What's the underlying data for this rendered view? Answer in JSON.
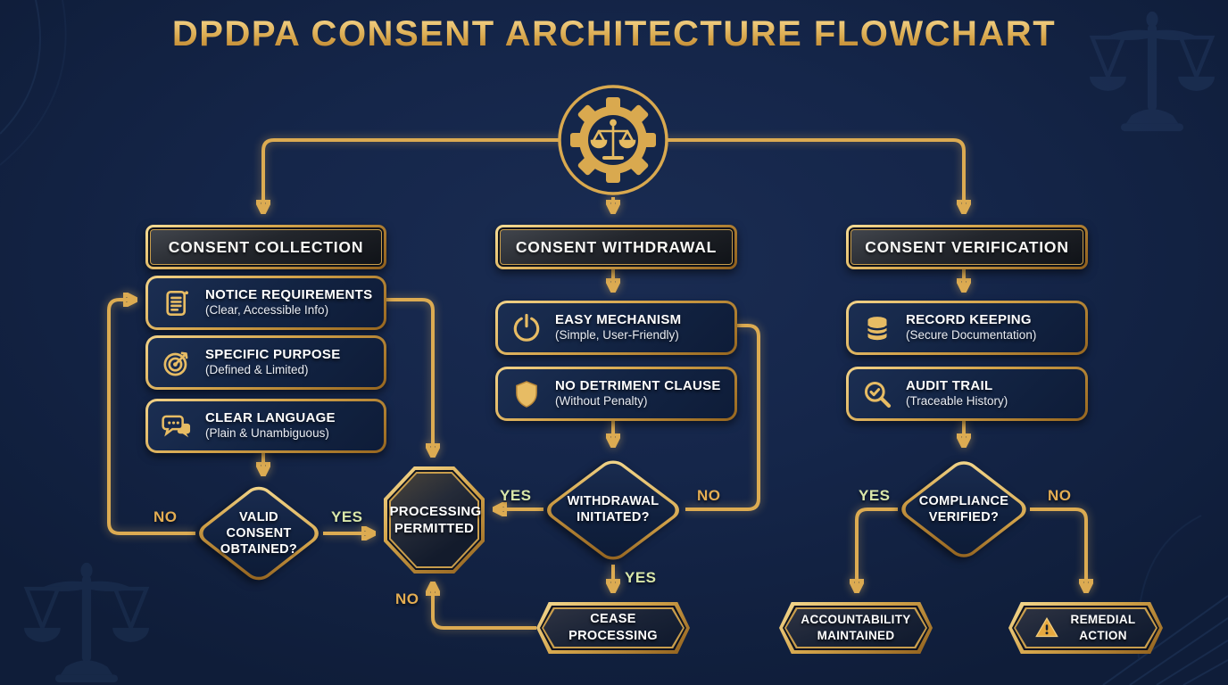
{
  "title": "DPDPA CONSENT ARCHITECTURE FLOWCHART",
  "colors": {
    "background": "#15264a",
    "gold": "#d9a94f",
    "gold_light": "#f4d287",
    "yes_label": "#d9e7a9",
    "no_label": "#e4ad52",
    "text": "#ffffff"
  },
  "labels": {
    "yes": "YES",
    "no": "NO"
  },
  "logo": {
    "icon": "gear-scales-icon"
  },
  "columns": [
    {
      "header": "CONSENT COLLECTION",
      "items": [
        {
          "icon": "scroll-icon",
          "title": "NOTICE REQUIREMENTS",
          "subtitle": "(Clear, Accessible Info)"
        },
        {
          "icon": "target-icon",
          "title": "SPECIFIC PURPOSE",
          "subtitle": "(Defined & Limited)"
        },
        {
          "icon": "chat-icon",
          "title": "CLEAR LANGUAGE",
          "subtitle": "(Plain & Unambiguous)"
        }
      ],
      "decision": "VALID CONSENT OBTAINED?"
    },
    {
      "header": "CONSENT WITHDRAWAL",
      "items": [
        {
          "icon": "power-icon",
          "title": "EASY MECHANISM",
          "subtitle": "(Simple, User-Friendly)"
        },
        {
          "icon": "shield-icon",
          "title": "NO DETRIMENT CLAUSE",
          "subtitle": "(Without Penalty)"
        }
      ],
      "decision": "WITHDRAWAL INITIATED?"
    },
    {
      "header": "CONSENT VERIFICATION",
      "items": [
        {
          "icon": "database-icon",
          "title": "RECORD KEEPING",
          "subtitle": "(Secure Documentation)"
        },
        {
          "icon": "magnifier-check-icon",
          "title": "AUDIT TRAIL",
          "subtitle": "(Traceable History)"
        }
      ],
      "decision": "COMPLIANCE VERIFIED?"
    }
  ],
  "terminals": {
    "processing_permitted": "PROCESSING PERMITTED",
    "cease_processing": "CEASE PROCESSING",
    "accountability_maintained": "ACCOUNTABILITY MAINTAINED",
    "remedial_action": "REMEDIAL ACTION"
  }
}
